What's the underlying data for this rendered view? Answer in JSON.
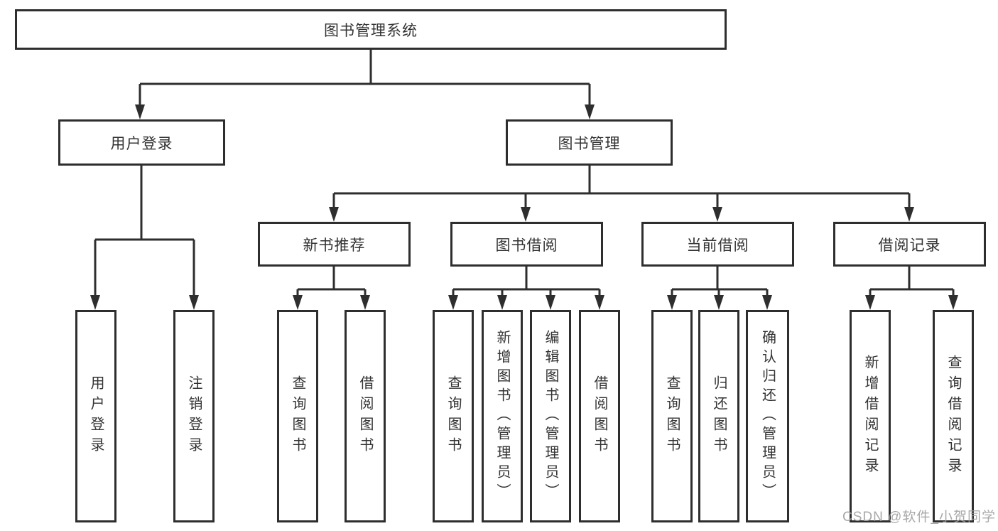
{
  "diagram": {
    "root": {
      "label": "图书管理系统"
    },
    "branches": [
      {
        "label": "用户登录",
        "children": [
          {
            "label": "用户登录"
          },
          {
            "label": "注销登录"
          }
        ]
      },
      {
        "label": "图书管理",
        "children": [
          {
            "label": "新书推荐",
            "children": [
              {
                "label": "查询图书"
              },
              {
                "label": "借阅图书"
              }
            ]
          },
          {
            "label": "图书借阅",
            "children": [
              {
                "label": "查询图书"
              },
              {
                "label": "新增图书（管理员）"
              },
              {
                "label": "编辑图书（管理员）"
              },
              {
                "label": "借阅图书"
              }
            ]
          },
          {
            "label": "当前借阅",
            "children": [
              {
                "label": "查询图书"
              },
              {
                "label": "归还图书"
              },
              {
                "label": "确认归还（管理员）"
              }
            ]
          },
          {
            "label": "借阅记录",
            "children": [
              {
                "label": "新增借阅记录"
              },
              {
                "label": "查询借阅记录"
              }
            ]
          }
        ]
      }
    ]
  },
  "watermark": {
    "text": "CSDN @软件_小贺同学"
  },
  "colors": {
    "line": "#2e2e2e",
    "text": "#333333",
    "watermark": "#9e9e9e",
    "background": "#ffffff"
  }
}
